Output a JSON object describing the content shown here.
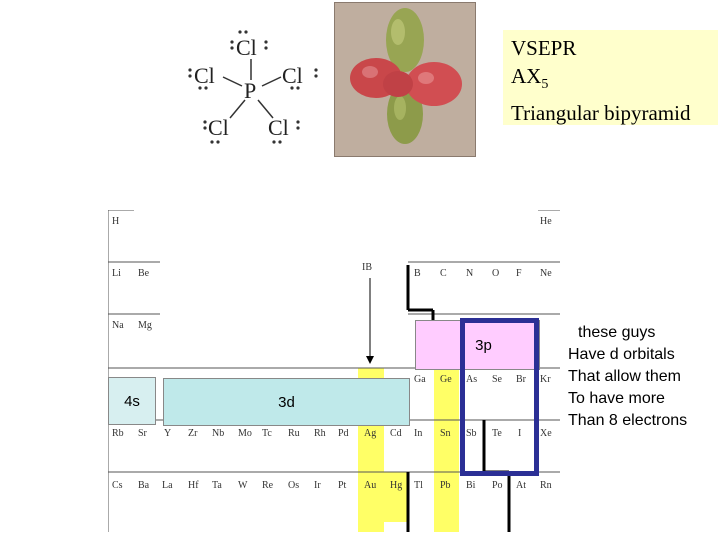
{
  "lewis": {
    "atoms": [
      "Cl",
      "Cl",
      "Cl",
      "P",
      "Cl",
      "Cl"
    ]
  },
  "vsepr": {
    "line1": "VSEPR",
    "line2_main": "AX",
    "line2_sub": "5",
    "line3": "Triangular bipyramid"
  },
  "periodic_table": {
    "cells": [
      {
        "symbol": "H"
      },
      {
        "symbol": "He"
      },
      {
        "symbol": "Li"
      },
      {
        "symbol": "Be"
      },
      {
        "symbol": "B"
      },
      {
        "symbol": "C"
      },
      {
        "symbol": "N"
      },
      {
        "symbol": "O"
      },
      {
        "symbol": "F"
      },
      {
        "symbol": "Ne"
      },
      {
        "symbol": "Na"
      },
      {
        "symbol": "Mg"
      },
      {
        "symbol": "Ga"
      },
      {
        "symbol": "Ge"
      },
      {
        "symbol": "As"
      },
      {
        "symbol": "Se"
      },
      {
        "symbol": "Br"
      },
      {
        "symbol": "Kr"
      },
      {
        "symbol": "Rb"
      },
      {
        "symbol": "Sr"
      },
      {
        "symbol": "Y"
      },
      {
        "symbol": "Zr"
      },
      {
        "symbol": "Nb"
      },
      {
        "symbol": "Mo"
      },
      {
        "symbol": "Tc"
      },
      {
        "symbol": "Ru"
      },
      {
        "symbol": "Rh"
      },
      {
        "symbol": "Pd"
      },
      {
        "symbol": "Ag"
      },
      {
        "symbol": "Cd"
      },
      {
        "symbol": "In"
      },
      {
        "symbol": "Sn"
      },
      {
        "symbol": "Sb"
      },
      {
        "symbol": "Te"
      },
      {
        "symbol": "I"
      },
      {
        "symbol": "Xe"
      },
      {
        "symbol": "Cs"
      },
      {
        "symbol": "Ba"
      },
      {
        "symbol": "La"
      },
      {
        "symbol": "Hf"
      },
      {
        "symbol": "Ta"
      },
      {
        "symbol": "W"
      },
      {
        "symbol": "Re"
      },
      {
        "symbol": "Os"
      },
      {
        "symbol": "Ir"
      },
      {
        "symbol": "Pt"
      },
      {
        "symbol": "Au"
      },
      {
        "symbol": "Hg"
      },
      {
        "symbol": "Tl"
      },
      {
        "symbol": "Pb"
      },
      {
        "symbol": "Bi"
      },
      {
        "symbol": "Po"
      },
      {
        "symbol": "At"
      },
      {
        "symbol": "Rn"
      }
    ],
    "group_label": "IB",
    "highlight_color": "#ffff66"
  },
  "labels": {
    "p3": "3p",
    "s4": "4s",
    "d3": "3d"
  },
  "note": {
    "lines": [
      "these guys",
      "Have d orbitals",
      "That allow them",
      "To have more",
      "Than 8 electrons"
    ]
  },
  "colors": {
    "frame": "#2b2f95",
    "p_block": "#ffccff",
    "d_block": "#bfe9ea",
    "vsepr_bg": "#ffffcc"
  }
}
